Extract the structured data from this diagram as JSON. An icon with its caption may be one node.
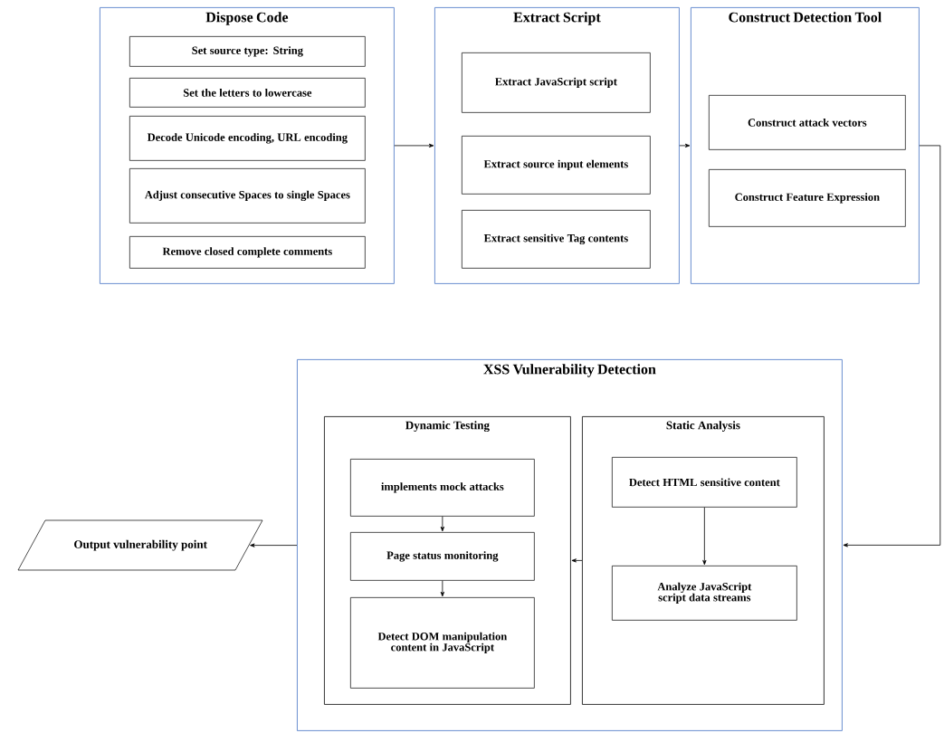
{
  "diagram": {
    "nodes": [
      {
        "text": [
          "Dispose Code"
        ]
      },
      {
        "text": [
          "Set source type: String"
        ],
        "in": 0
      },
      {
        "text": [
          "Set the letters to lowercase"
        ],
        "in": 0
      },
      {
        "text": [
          "Decode Unicode encoding, URL encoding"
        ],
        "in": 0
      },
      {
        "text": [
          "Adjust consecutive Spaces to single Spaces"
        ],
        "in": 0
      },
      {
        "text": [
          "Remove closed complete comments"
        ],
        "in": 0
      },
      {
        "text": [
          "Extract Script"
        ]
      },
      {
        "text": [
          "Extract JavaScript script"
        ],
        "in": 6
      },
      {
        "text": [
          "Extract source input elements"
        ],
        "in": 6
      },
      {
        "text": [
          "Extract sensitive Tag contents"
        ],
        "in": 6
      },
      {
        "text": [
          "Construct Detection Tool"
        ]
      },
      {
        "text": [
          "Construct attack vectors"
        ],
        "in": 10
      },
      {
        "text": [
          "Construct Feature Expression"
        ],
        "in": 10
      },
      {
        "text": [
          "XSS Vulnerability Detection"
        ]
      },
      {
        "text": [
          "Dynamic Testing"
        ],
        "in": 13
      },
      {
        "text": [
          "implements mock attacks"
        ],
        "in": 14
      },
      {
        "text": [
          "Page status monitoring"
        ],
        "in": 14
      },
      {
        "text": [
          "Detect DOM manipulation content in JavaScript"
        ],
        "in": 14
      },
      {
        "text": [
          "Static Analysis"
        ],
        "in": 13
      },
      {
        "text": [
          "Detect HTML sensitive content"
        ],
        "in": 18
      },
      {
        "text": [
          "Analyze JavaScript script data streams"
        ],
        "in": 18
      },
      {
        "text": [
          "Output vulnerability point"
        ]
      }
    ],
    "edges": [
      {
        "from": 0,
        "to": 6,
        "arrow": "to"
      },
      {
        "from": 6,
        "to": 10,
        "arrow": "to"
      },
      {
        "from": 10,
        "to": 13,
        "arrow": "to"
      },
      {
        "from": 18,
        "to": 14,
        "arrow": "to"
      },
      {
        "from": 13,
        "to": 21,
        "arrow": "to"
      },
      {
        "from": 15,
        "to": 16,
        "arrow": "to"
      },
      {
        "from": 16,
        "to": 17,
        "arrow": "to"
      },
      {
        "from": 19,
        "to": 20,
        "arrow": "to"
      }
    ]
  }
}
